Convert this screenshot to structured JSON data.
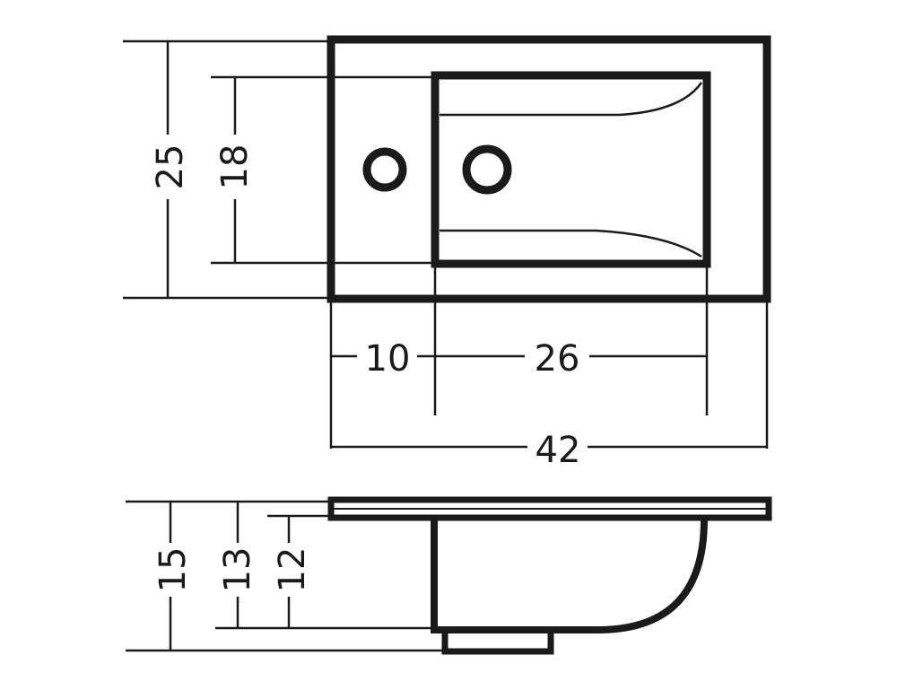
{
  "diagram": {
    "top_view": {
      "depth_outer": "25",
      "depth_bowl": "18",
      "offset_left": "10",
      "bowl_width": "26",
      "total_width": "42"
    },
    "side_view": {
      "height_total": "15",
      "height_body": "13",
      "height_bowl": "12"
    },
    "colors": {
      "stroke": "#1a1a1a",
      "background": "#ffffff"
    }
  }
}
